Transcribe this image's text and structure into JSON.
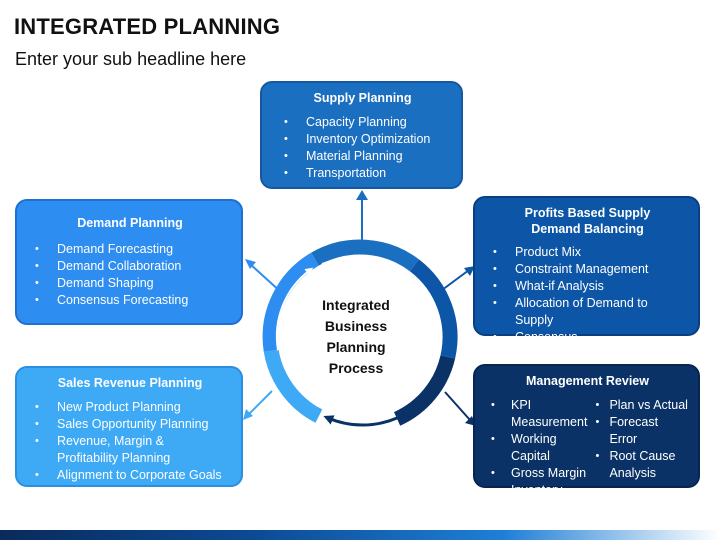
{
  "header": {
    "title": "INTEGRATED PLANNING",
    "subtitle": "Enter your sub headline here"
  },
  "center": {
    "lines": [
      "Integrated",
      "Business",
      "Planning",
      "Process"
    ]
  },
  "boxes": {
    "supply": {
      "title": "Supply Planning",
      "items": [
        "Capacity Planning",
        "Inventory Optimization",
        "Material Planning",
        "Transportation"
      ]
    },
    "demand": {
      "title": "Demand Planning",
      "items": [
        "Demand Forecasting",
        "Demand Collaboration",
        "Demand Shaping",
        "Consensus  Forecasting"
      ]
    },
    "sales": {
      "title": "Sales Revenue Planning",
      "items": [
        "New Product Planning",
        "Sales Opportunity Planning",
        "Revenue, Margin &",
        "Profitability Planning",
        "Alignment to Corporate Goals"
      ]
    },
    "profits": {
      "title_line1": "Profits Based Supply",
      "title_line2": "Demand Balancing",
      "items": [
        "Product Mix",
        "Constraint Management",
        "What-if Analysis",
        "Allocation of Demand to Supply",
        "Consensus"
      ]
    },
    "management": {
      "title": "Management Review",
      "col1": [
        "KPI",
        "Measurement",
        "Working Capital",
        "Gross Margin",
        "Inventory Turns"
      ],
      "col2": [
        "Plan vs Actual",
        "Forecast Error",
        "Root Cause",
        "Analysis"
      ]
    }
  },
  "colors": {
    "supply": "#1b6fc0",
    "demand": "#2d8df0",
    "sales": "#3ea9f5",
    "profits": "#0d55a6",
    "management": "#0a3266"
  }
}
